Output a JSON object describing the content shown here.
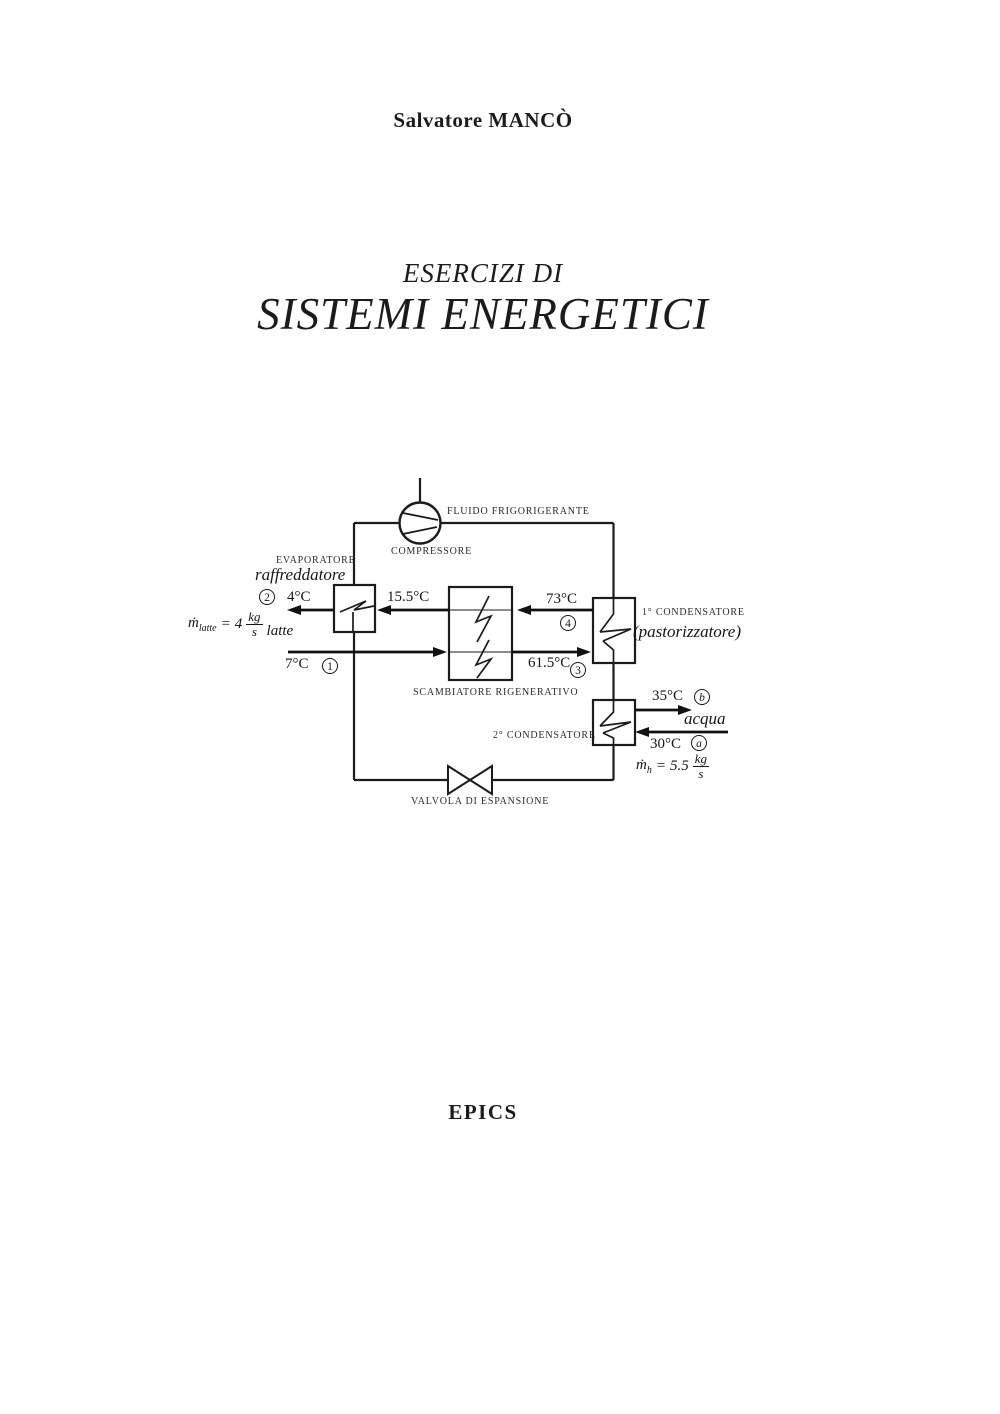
{
  "page": {
    "author": "Salvatore MANCÒ",
    "title_line1": "ESERCIZI DI",
    "title_line2": "SISTEMI ENERGETICI",
    "publisher": "EPICS"
  },
  "diagram": {
    "labels": {
      "refrigerant": "FLUIDO FRIGORIGERANTE",
      "compressor": "COMPRESSORE",
      "evaporator": "EVAPORATORE",
      "evaporator_role": "raffreddatore",
      "regenerator": "SCAMBIATORE RIGENERATIVO",
      "condenser1": "1° CONDENSATORE",
      "condenser1_role": "(pastorizzatore)",
      "condenser2": "2° CONDENSATORE",
      "valve": "VALVOLA DI ESPANSIONE",
      "water": "acqua"
    },
    "temperatures": {
      "milk_out": "4°C",
      "regen_cold_out": "15.5°C",
      "milk_hot": "73°C",
      "regen_hot_out": "61.5°C",
      "milk_in": "7°C",
      "water_out": "35°C",
      "water_in": "30°C"
    },
    "states": {
      "s1": "1",
      "s2": "2",
      "s3": "3",
      "s4": "4",
      "sa": "a",
      "sb": "b"
    },
    "milk_flow": {
      "symbol": "ṁ",
      "sub": "latte",
      "eq": "=",
      "value": "4",
      "unit_num": "kg",
      "unit_den": "s",
      "suffix": "latte"
    },
    "water_flow": {
      "symbol": "ṁ",
      "sub": "h",
      "eq": "=",
      "value": "5.5",
      "unit_num": "kg",
      "unit_den": "s"
    }
  }
}
